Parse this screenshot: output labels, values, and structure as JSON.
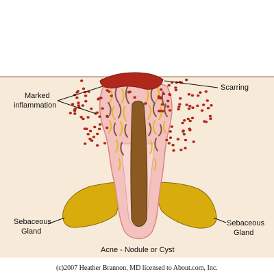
{
  "labels": {
    "inflammation_line1": "Marked",
    "inflammation_line2": "inflammation",
    "scarring": "Scarring",
    "gland_left_line1": "Sebaceous",
    "gland_left_line2": "Gland",
    "gland_right_line1": "Sebaceous",
    "gland_right_line2": "Gland",
    "caption": "Acne - Nodule or Cyst"
  },
  "copyright": "(c)2007 Heather Brannon, MD licensed to About.com, Inc.",
  "colors": {
    "skin": "#f7ead9",
    "follicle_pink": "#f3c2bf",
    "follicle_outline": "#d9857f",
    "hair_shaft": "#8a5a22",
    "gland": "#d8ac0c",
    "inflammation_dot": "#b0281b",
    "scar": "#b0281b"
  }
}
